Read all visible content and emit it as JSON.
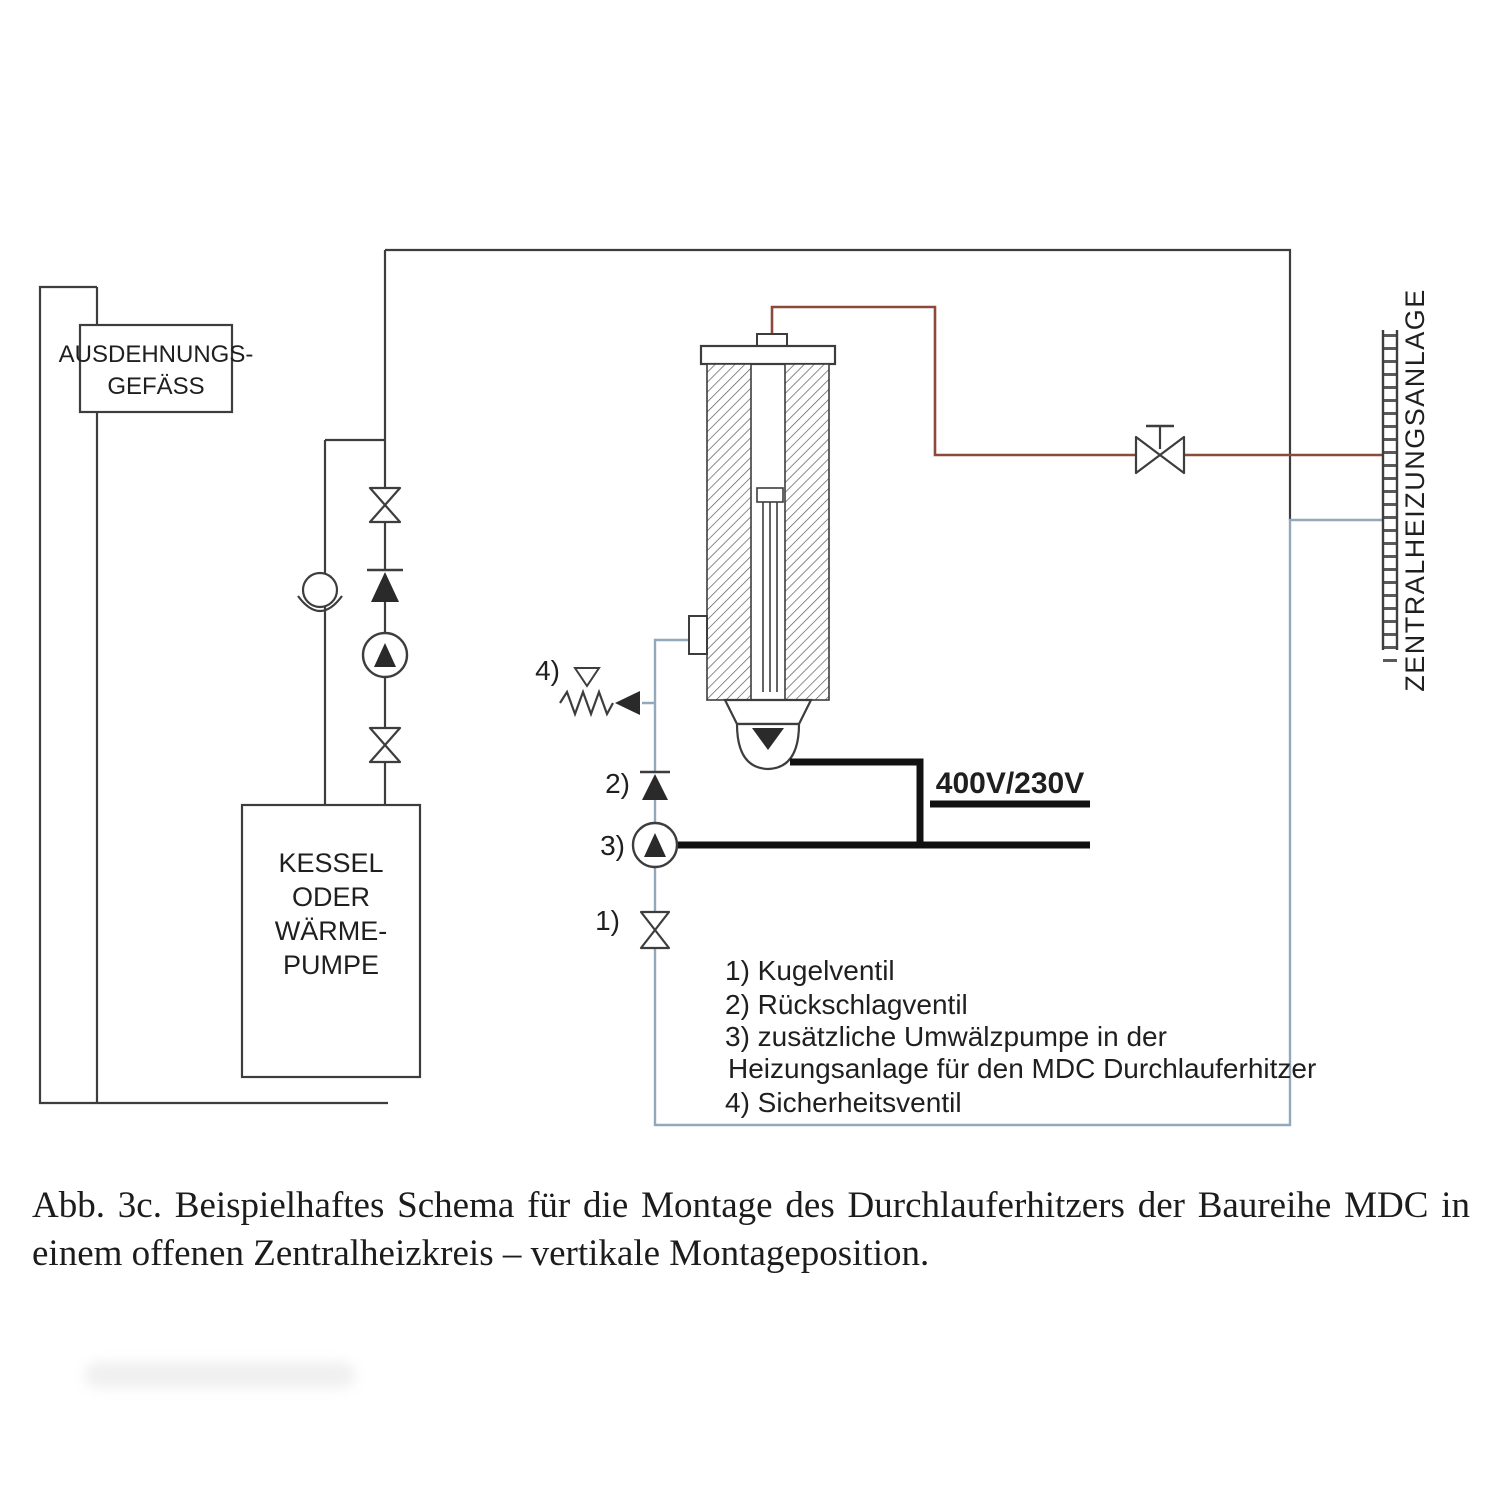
{
  "diagram": {
    "expansion_vessel": {
      "line1": "AUSDEHNUNGS-",
      "line2": "GEFÄSS"
    },
    "boiler": {
      "line1": "KESSEL",
      "line2": "ODER",
      "line3": "WÄRME-",
      "line4": "PUMPE"
    },
    "central_heating_label": "ZENTRALHEIZUNGSANLAGE",
    "power_label": "400V/230V",
    "callout_1": "1)",
    "callout_2": "2)",
    "callout_3": "3)",
    "callout_4": "4)",
    "legend_line_1": "1) Kugelventil",
    "legend_line_2": "2) Rückschlagventil",
    "legend_line_3": "3) zusätzliche Umwälzpumpe in der",
    "legend_line_4": "Heizungsanlage für den MDC Durchlauferhitzer",
    "legend_line_5": "4) Sicherheitsventil",
    "colors": {
      "line": "#3d3d3d",
      "supply": "#8d4a3a",
      "return": "#93a8bd",
      "cable": "#111111"
    }
  },
  "caption": {
    "line1": "Abb. 3c. Beispielhaftes Schema für die Montage des Durchlauferhitzers der Baureihe MDC in",
    "line2": "einem offenen Zentralheizkreis – vertikale Montageposition."
  }
}
